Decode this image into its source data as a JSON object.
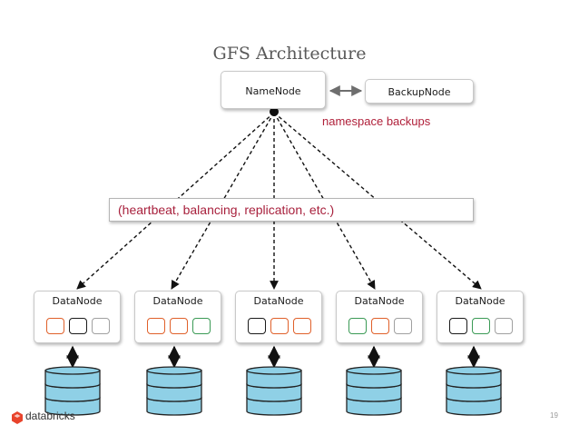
{
  "title": "GFS Architecture",
  "namenode": {
    "label": "NameNode"
  },
  "backupnode": {
    "label": "BackupNode"
  },
  "namespace_label": "namespace backups",
  "heartbeat_label": "(heartbeat, balancing, replication, etc.)",
  "datanodes": [
    {
      "label": "DataNode",
      "blocks": [
        "orange",
        "black",
        "gray"
      ]
    },
    {
      "label": "DataNode",
      "blocks": [
        "orange",
        "orange",
        "green"
      ]
    },
    {
      "label": "DataNode",
      "blocks": [
        "black",
        "orange",
        "orange"
      ]
    },
    {
      "label": "DataNode",
      "blocks": [
        "green",
        "orange",
        "gray"
      ]
    },
    {
      "label": "DataNode",
      "blocks": [
        "black",
        "green",
        "gray"
      ]
    }
  ],
  "colors": {
    "orange": "#e0602a",
    "black": "#1a1a1a",
    "gray": "#a0a0a0",
    "green": "#3a9a55",
    "accent_text": "#a8213d",
    "disk_fill": "#8fd0e6",
    "disk_stroke": "#222222"
  },
  "footer": {
    "logo_text": "databricks",
    "page_number": "19"
  }
}
